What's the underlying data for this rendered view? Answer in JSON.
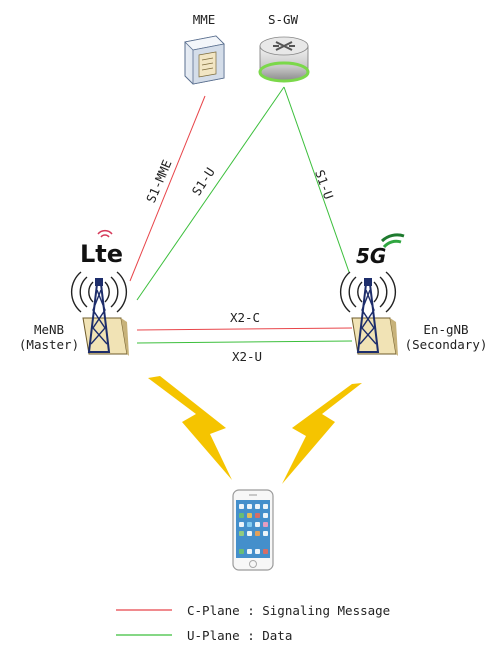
{
  "nodes": {
    "mme": "MME",
    "sgw": "S-GW",
    "menb_line1": "MeNB",
    "menb_line2": "(Master)",
    "engnb_line1": "En-gNB",
    "engnb_line2": "(Secondary)",
    "lte_logo": "Lte",
    "nr_logo": "5G"
  },
  "links": {
    "s1_mme": "S1-MME",
    "s1_u_master": "S1-U",
    "s1_u_secondary": "S1-U",
    "x2_c": "X2-C",
    "x2_u": "X2-U"
  },
  "legend": {
    "c_plane": "C-Plane : Signaling Message",
    "u_plane": "U-Plane : Data"
  },
  "colors": {
    "c_plane": "#e8454a",
    "u_plane": "#3cbf3c",
    "lightning": "#f5c400",
    "tower": "#1d2d6b",
    "lte": "#111111",
    "nr_green": "#1e7a2e"
  }
}
